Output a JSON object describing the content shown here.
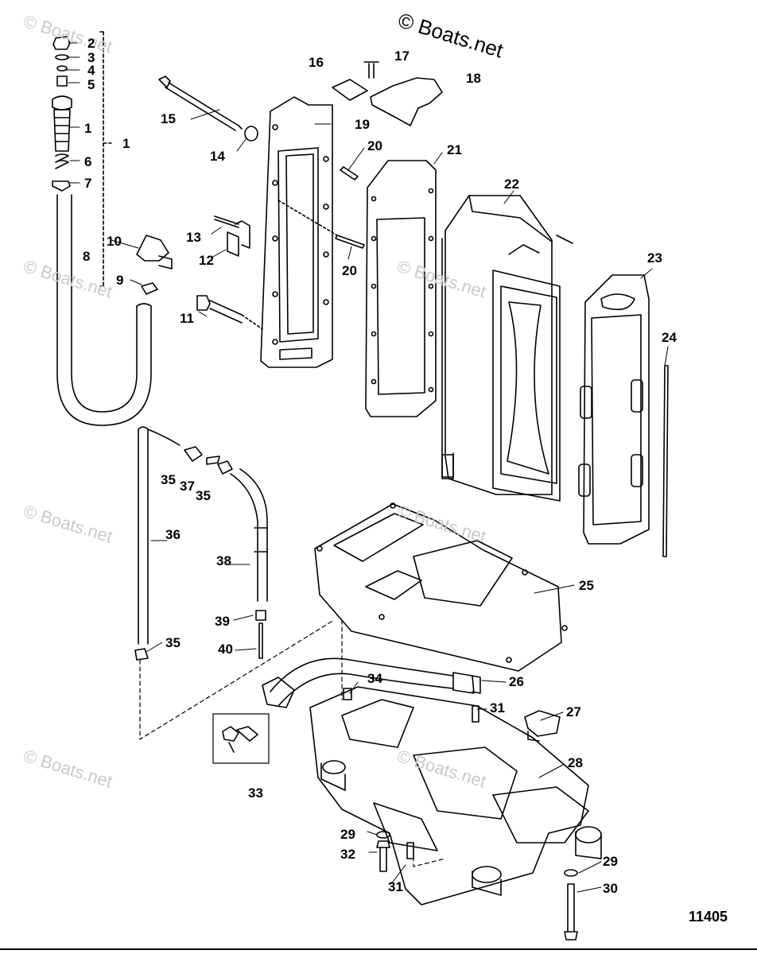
{
  "watermark_main": "© Boats.net",
  "watermark_faint": "© Boats.net",
  "figure_id": "11405",
  "callouts": [
    {
      "id": "c2",
      "text": "2"
    },
    {
      "id": "c3",
      "text": "3"
    },
    {
      "id": "c4",
      "text": "4"
    },
    {
      "id": "c5",
      "text": "5"
    },
    {
      "id": "c1a",
      "text": "1"
    },
    {
      "id": "c1b",
      "text": "1"
    },
    {
      "id": "c6",
      "text": "6"
    },
    {
      "id": "c7",
      "text": "7"
    },
    {
      "id": "c8",
      "text": "8"
    },
    {
      "id": "c9",
      "text": "9"
    },
    {
      "id": "c10",
      "text": "10"
    },
    {
      "id": "c11",
      "text": "11"
    },
    {
      "id": "c12",
      "text": "12"
    },
    {
      "id": "c13",
      "text": "13"
    },
    {
      "id": "c14",
      "text": "14"
    },
    {
      "id": "c15",
      "text": "15"
    },
    {
      "id": "c16",
      "text": "16"
    },
    {
      "id": "c17",
      "text": "17"
    },
    {
      "id": "c18",
      "text": "18"
    },
    {
      "id": "c19",
      "text": "19"
    },
    {
      "id": "c20a",
      "text": "20"
    },
    {
      "id": "c20b",
      "text": "20"
    },
    {
      "id": "c21",
      "text": "21"
    },
    {
      "id": "c22",
      "text": "22"
    },
    {
      "id": "c23",
      "text": "23"
    },
    {
      "id": "c24",
      "text": "24"
    },
    {
      "id": "c25",
      "text": "25"
    },
    {
      "id": "c26",
      "text": "26"
    },
    {
      "id": "c27",
      "text": "27"
    },
    {
      "id": "c28",
      "text": "28"
    },
    {
      "id": "c29a",
      "text": "29"
    },
    {
      "id": "c29b",
      "text": "29"
    },
    {
      "id": "c30",
      "text": "30"
    },
    {
      "id": "c31a",
      "text": "31"
    },
    {
      "id": "c31b",
      "text": "31"
    },
    {
      "id": "c32",
      "text": "32"
    },
    {
      "id": "c33",
      "text": "33"
    },
    {
      "id": "c34",
      "text": "34"
    },
    {
      "id": "c35a",
      "text": "35"
    },
    {
      "id": "c35b",
      "text": "35"
    },
    {
      "id": "c35c",
      "text": "35"
    },
    {
      "id": "c36",
      "text": "36"
    },
    {
      "id": "c37",
      "text": "37"
    },
    {
      "id": "c38",
      "text": "38"
    },
    {
      "id": "c39",
      "text": "39"
    },
    {
      "id": "c40",
      "text": "40"
    }
  ]
}
